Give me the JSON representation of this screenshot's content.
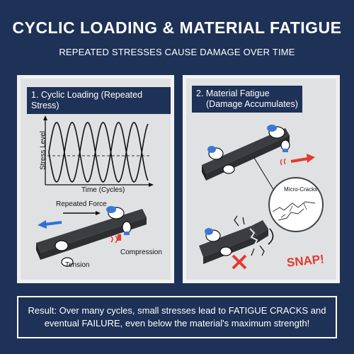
{
  "title": "CYCLIC LOADING & MATERIAL FATIGUE",
  "subtitle": "REPEATED STRESSES CAUSE DAMAGE OVER TIME",
  "panel1": {
    "heading": "1. Cyclic Loading (Repeated Stress)",
    "y_axis": "Stress Level",
    "x_axis": "Time (Cycles)",
    "force_label": "Repeated Force",
    "tension_label": "Tension",
    "compression_label": "Compression"
  },
  "panel2": {
    "heading_line1": "2.  Material Fatigue",
    "heading_line2": "(Damage Accumulates)",
    "cracks_label": "Micro-Cracks",
    "snap_label": "SNAP!"
  },
  "result": "Result: Over many cycles, small stresses lead to FATIGUE CRACKS and eventual FAILURE, even below the material's maximum strength!",
  "colors": {
    "navy": "#1e3156",
    "panel": "#dfe1e3",
    "red": "#e23b2e",
    "blue": "#2f6fd6",
    "beam": "#3b3d40"
  }
}
